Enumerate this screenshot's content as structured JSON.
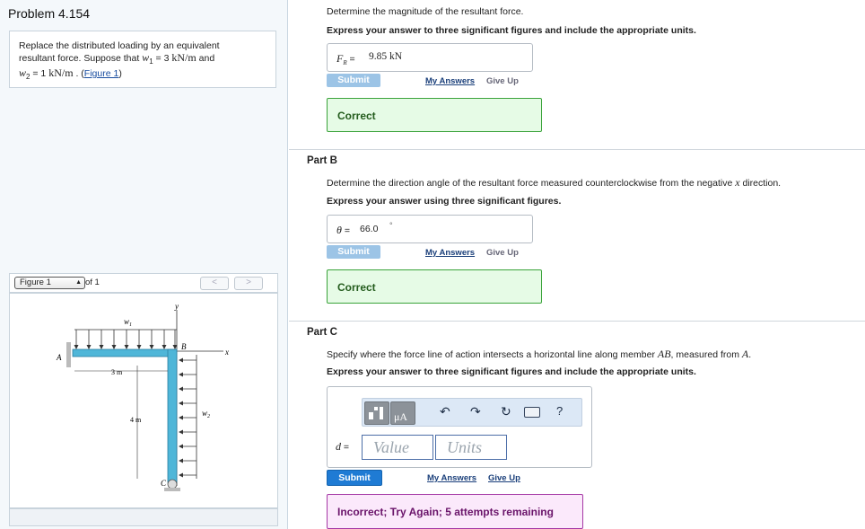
{
  "left": {
    "title": "Problem 4.154",
    "statement": {
      "line1": "Replace the distributed loading by an equivalent",
      "line2a": "resultant force. Suppose that ",
      "w1_sym": "w",
      "w1_sub": "1",
      "w1_val": " = 3 ",
      "w1_unit": "kN/m",
      "line2b": " and",
      "w2_sym": "w",
      "w2_sub": "2",
      "w2_val": " = 1 ",
      "w2_unit": "kN/m",
      "after": " . (",
      "figure_link": "Figure 1",
      "close": ")"
    },
    "figure_selector": {
      "selected": "Figure 1",
      "of_text": "of 1",
      "prev": "<",
      "next": ">"
    },
    "figure_labels": {
      "w1": "w",
      "w1_sub": "1",
      "w2": "w",
      "w2_sub": "2",
      "y": "y",
      "x": "x",
      "A": "A",
      "B": "B",
      "C": "C",
      "dim_3m": "3 m",
      "dim_4m": "4 m"
    }
  },
  "partA": {
    "question": "Determine the magnitude of the resultant force.",
    "instruction": "Express your answer to three significant figures and include the appropriate units.",
    "answer_label": "F",
    "answer_sub": "R",
    "answer_eq": " = ",
    "answer_value": "9.85 kN",
    "submit": "Submit",
    "my_answers": "My Answers",
    "give_up": "Give Up",
    "feedback": "Correct"
  },
  "partB": {
    "header": "Part B",
    "question_a": "Determine the direction angle of the resultant force measured counterclockwise from the negative ",
    "question_var": "x",
    "question_b": " direction.",
    "instruction": "Express your answer using three significant figures.",
    "answer_label": "θ",
    "answer_eq": " = ",
    "answer_value": "66.0",
    "answer_unit": "°",
    "submit": "Submit",
    "my_answers": "My Answers",
    "give_up": "Give Up",
    "feedback": "Correct"
  },
  "partC": {
    "header": "Part C",
    "question_a": "Specify where the force line of action intersects a horizontal line along member ",
    "question_var": "AB",
    "question_b": ", measured from ",
    "question_var2": "A",
    "question_c": ".",
    "instruction": "Express your answer to three significant figures and include the appropriate units.",
    "answer_label": "d",
    "answer_eq": " = ",
    "value_placeholder": "Value",
    "units_placeholder": "Units",
    "toolbar_units_text": "μA",
    "toolbar_help": "?",
    "submit": "Submit",
    "my_answers": "My Answers",
    "give_up": "Give Up",
    "feedback": "Incorrect; Try Again; 5 attempts remaining"
  }
}
